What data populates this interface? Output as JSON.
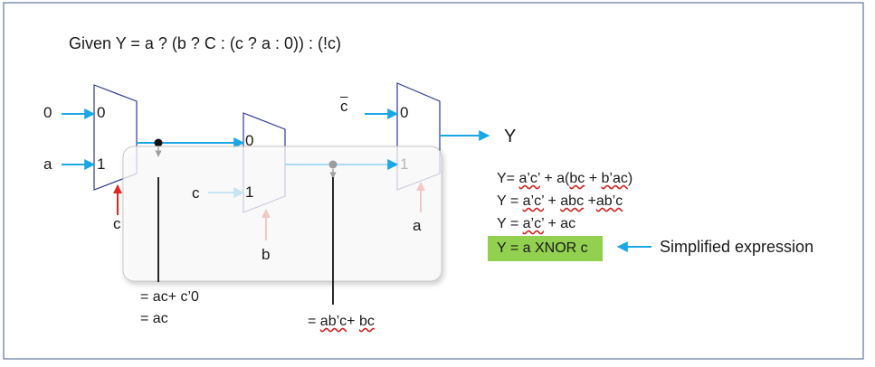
{
  "title": "Given Y = a ? (b ? C : (c ? a : 0)) : (!c)",
  "mux1": {
    "in0_source": "0",
    "in1_source": "a",
    "port0": "0",
    "port1": "1",
    "select": "c"
  },
  "mux2": {
    "in1_source": "c",
    "port0": "0",
    "port1": "1",
    "select": "b"
  },
  "mux3": {
    "in0_source": "c",
    "port0": "0",
    "port1": "1",
    "select": "a"
  },
  "output": "Y",
  "mux1_expr": {
    "line1": "= ac+ c’0",
    "line2": "= ac"
  },
  "mux2_expr": {
    "prefix": "= ",
    "squiggle1": "ab’c",
    "plus": "+ ",
    "squiggle2": "bc"
  },
  "equations": {
    "eq1": {
      "a": "Y= ",
      "b": "a’c’",
      "c": "  +  a(",
      "d": "bc",
      "e": " + ",
      "f": "b’ac",
      "g": ")"
    },
    "eq2": {
      "a": "Y = ",
      "b": "a’c’",
      "c": " +  ",
      "d": "abc",
      "e": " +",
      "f": "ab’c"
    },
    "eq3": {
      "a": "Y = ",
      "b": "a’c’",
      "c": "  + ac"
    },
    "eq4": "Y = a XNOR c"
  },
  "annotation": "Simplified expression",
  "colors": {
    "wire": "#1aa7e6",
    "select": "#e0261c",
    "mux": "#2f3a8f",
    "highlight": "#92d050"
  }
}
